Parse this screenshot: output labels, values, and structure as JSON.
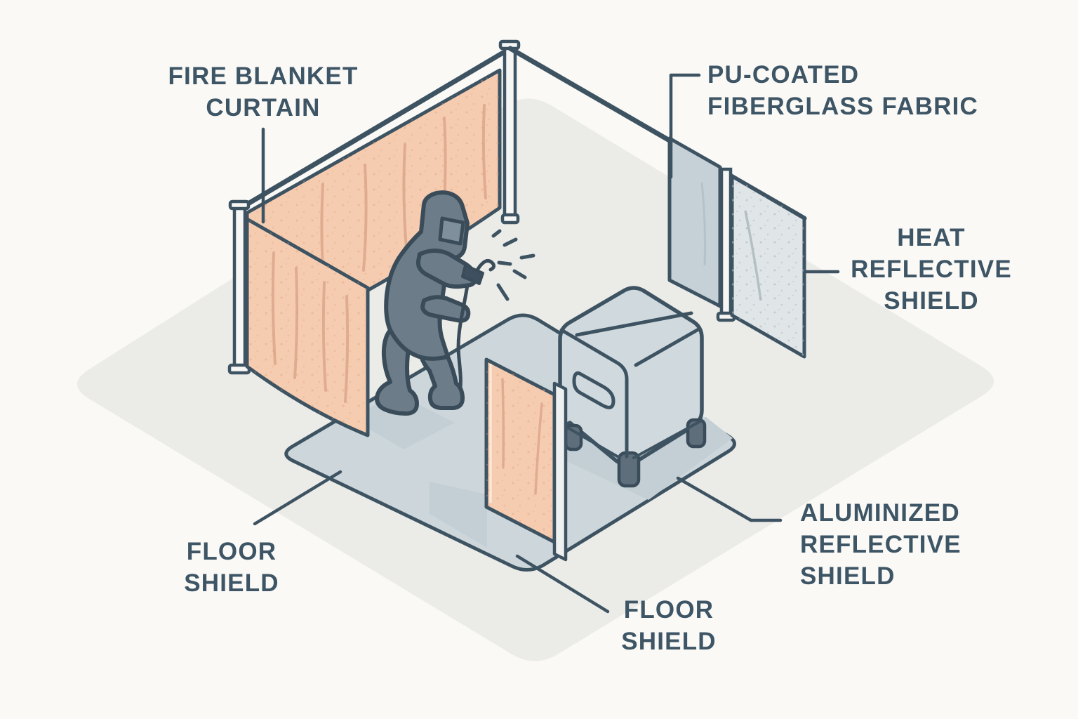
{
  "diagram": {
    "labels": {
      "fire_blanket_curtain": "FIRE BLANKET\nCURTAIN",
      "pu_coated": "PU-COATED\nFIBERGLASS FABRIC",
      "heat_reflective_shield": "HEAT\nREFLECTIVE\nSHIELD",
      "floor_shield_left": "FLOOR\nSHIELD",
      "floor_shield_center": "FLOOR\nSHIELD",
      "aluminized_reflective_shield": "ALUMINIZED\nREFLECTIVE\nSHIELD"
    },
    "objects": [
      "fire-blanket-curtain-wall",
      "side-curtain-wing",
      "welder-figure",
      "welding-sparks",
      "floor-shield-mat",
      "welding-machine",
      "standing-screen-panel",
      "pu-coated-fiberglass-panel",
      "heat-reflective-shield-panel"
    ]
  },
  "colors": {
    "background": "#faf9f6",
    "floor": "#ebebe8",
    "floor_shield": "#cdd7db",
    "shadow": "#c3cfd5",
    "curtain": "#f6ccb0",
    "curtain_crease": "#d9a286",
    "panel_pu": "#c6d1d7",
    "panel_heat": "#e0e5e7",
    "machine": "#d0dade",
    "machine_foot": "#5e6e7a",
    "welder": "#6c7c89",
    "visor": "#7f8f9b",
    "pole": "#f6f6f4",
    "screen_bar": "#eff1f0",
    "outline": "#3e5362",
    "label_text": "#3d5565"
  }
}
